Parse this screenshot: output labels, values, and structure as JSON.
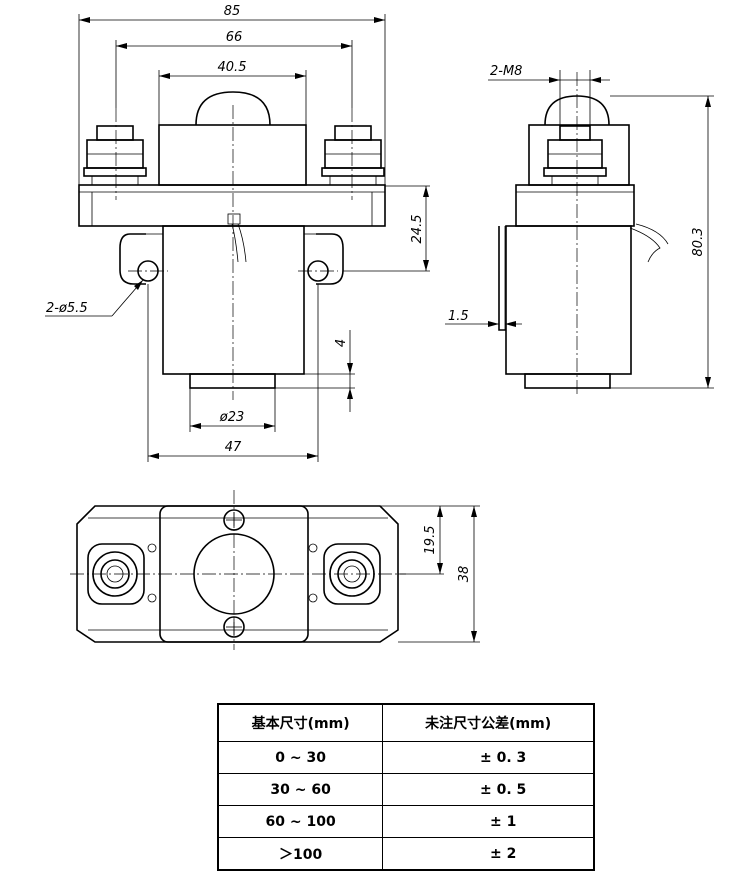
{
  "front_view": {
    "dim_overall_width": "85",
    "dim_terminal_spacing": "66",
    "dim_cap_width": "40.5",
    "dim_mount_height": "24.5",
    "dim_mount_holes": "2-ø5.5",
    "dim_bottom_step": "4",
    "dim_boss_dia": "ø23",
    "dim_body_width": "47"
  },
  "side_view": {
    "dim_thread": "2-M8",
    "dim_total_height": "80.3",
    "dim_bracket_thickness": "1.5"
  },
  "top_view": {
    "dim_half_depth": "19.5",
    "dim_depth": "38"
  },
  "tolerance_table": {
    "headers": [
      "基本尺寸(mm)",
      "未注尺寸公差(mm)"
    ],
    "rows": [
      [
        "0 ~ 30",
        "± 0. 3"
      ],
      [
        "30 ~ 60",
        "± 0. 5"
      ],
      [
        "60 ~ 100",
        "± 1"
      ],
      [
        "＞100",
        "± 2"
      ]
    ]
  }
}
